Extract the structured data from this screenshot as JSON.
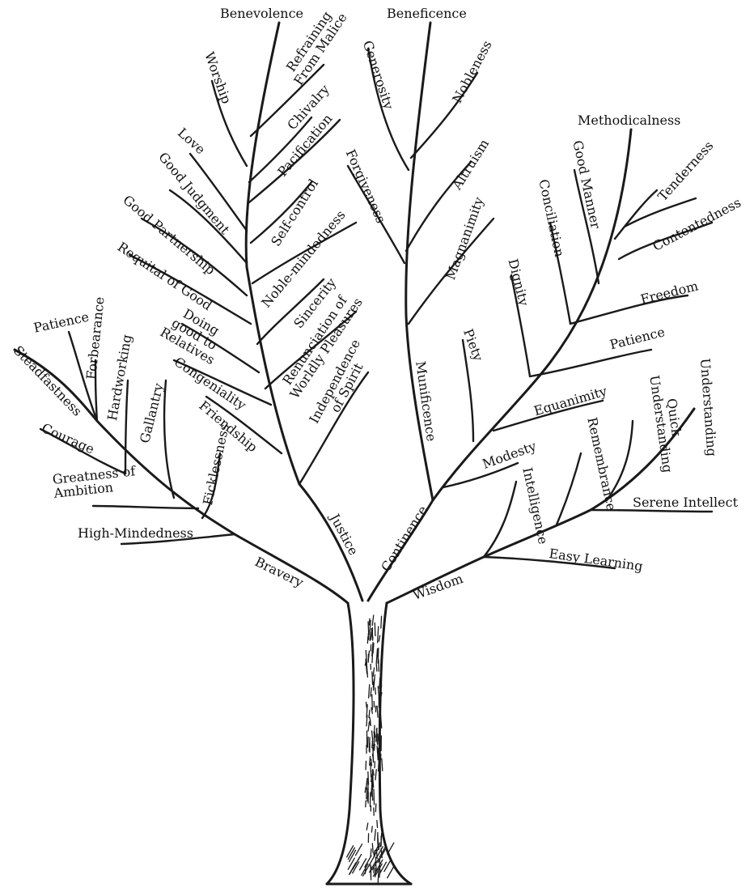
{
  "trunk": {
    "bravery": "Bravery",
    "justice": "Justice",
    "continence": "Continence",
    "wisdom": "Wisdom"
  },
  "bravery_branch": {
    "patience": "Patience",
    "forbearance": "Forbearance",
    "steadfastness": "Steadfastness",
    "hardworking": "Hardworking",
    "gallantry": "Gallantry",
    "courage": "Courage",
    "greatness_of_ambition": "Greatness of Ambition",
    "fickleness": "Ficklessness",
    "high_mindedness": "High-Mindedness"
  },
  "justice_branch": {
    "benevolence": "Benevolence",
    "refraining": "Refraining From Malice",
    "worship": "Worship",
    "chivalry": "Chivalry",
    "love": "Love",
    "pacification": "Pacification",
    "good_judgment": "Good Judgment",
    "self_control": "Self-control",
    "good_partnership": "Good Partnership",
    "noble_mindedness": "Noble-mindedness",
    "requital_of_good": "Requital of Good",
    "sincerity": "Sincerity",
    "doing_good": "Doing good to Relatives",
    "renunciation": "Renunciation of Worldly Pleasures",
    "congeniality": "Congeniality",
    "independence": "Independence of Spirit",
    "friendship": "Friendship"
  },
  "continence_branch": {
    "beneficence": "Beneficence",
    "generosity": "Generosity",
    "nobleness": "Nobleness",
    "forgiveness": "Forgiveness",
    "altruism": "Altruism",
    "magnanimity": "Magnanimity",
    "munificence": "Munificence",
    "piety": "Piety",
    "modesty": "Modesty",
    "methodicalness": "Methodicalness",
    "good_manner": "Good Manner",
    "tenderness": "Tenderness",
    "conciliation": "Conciliation",
    "contentedness": "Contentedness",
    "dignity": "Dignity",
    "freedom": "Freedom",
    "patience": "Patience",
    "equanimity": "Equanimity"
  },
  "wisdom_branch": {
    "understanding": "Understanding",
    "quick_understanding": "Quick Understanding",
    "remembrance": "Remembrance",
    "serene_intellect": "Serene Intellect",
    "intelligence": "Intelligence",
    "easy_learning": "Easy Learning"
  }
}
